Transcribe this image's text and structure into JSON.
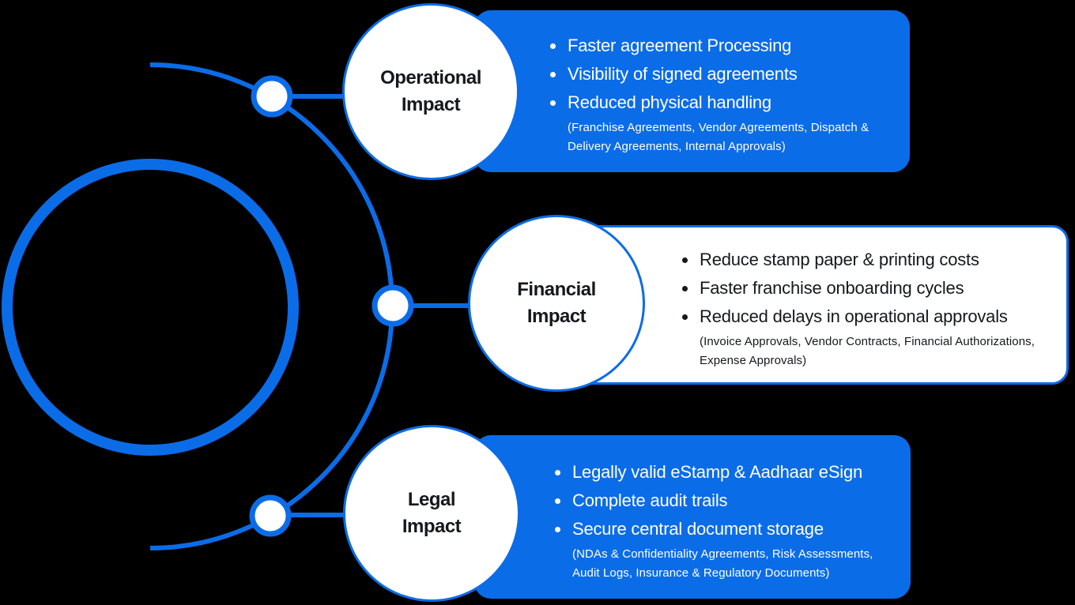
{
  "colors": {
    "background": "#000000",
    "accent_blue": "#0b6ce8",
    "panel_white": "#ffffff",
    "text_dark": "#16181d",
    "text_light": "#ffffff"
  },
  "nodes": [
    {
      "id": "operational",
      "title_lines": [
        "Operational",
        "Impact"
      ],
      "bullets": [
        "Faster agreement Processing",
        "Visibility of signed agreements",
        "Reduced physical handling"
      ],
      "note_lines": [
        "(Franchise Agreements, Vendor Agreements, Dispatch &",
        "Delivery Agreements, Internal Approvals)"
      ]
    },
    {
      "id": "financial",
      "title_lines": [
        "Financial",
        "Impact"
      ],
      "bullets": [
        "Reduce stamp paper & printing costs",
        "Faster franchise onboarding cycles",
        "Reduced delays in operational approvals"
      ],
      "note_lines": [
        "(Invoice Approvals, Vendor Contracts, Financial Authorizations,",
        "Expense Approvals)"
      ]
    },
    {
      "id": "legal",
      "title_lines": [
        "Legal",
        "Impact"
      ],
      "bullets": [
        "Legally valid eStamp & Aadhaar eSign",
        "Complete audit trails",
        "Secure central document storage"
      ],
      "note_lines": [
        "(NDAs & Confidentiality Agreements, Risk Assessments,",
        "Audit Logs, Insurance & Regulatory Documents)"
      ]
    }
  ]
}
